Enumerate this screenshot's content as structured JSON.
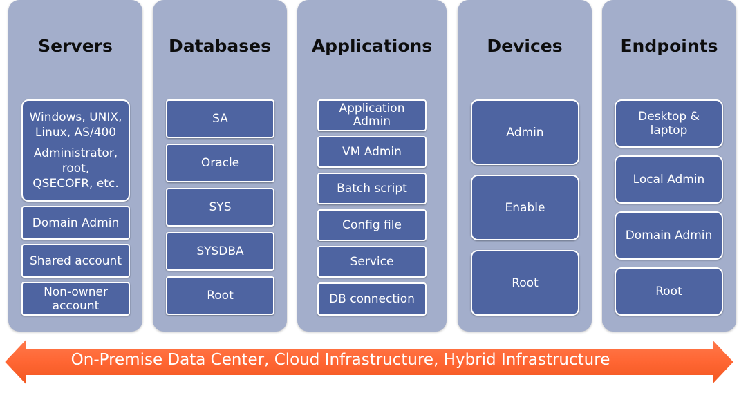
{
  "columns": [
    {
      "title": "Servers",
      "boxes": [
        {
          "lines": [
            "Windows, UNIX,",
            "Linux, AS/400"
          ]
        },
        {
          "lines": [
            "Administrator,",
            "root,",
            "QSECOFR, etc."
          ]
        },
        {
          "label": "Domain Admin"
        },
        {
          "label": "Shared account"
        },
        {
          "label": "Non-owner account"
        }
      ]
    },
    {
      "title": "Databases",
      "boxes": [
        {
          "label": "SA"
        },
        {
          "label": "Oracle"
        },
        {
          "label": "SYS"
        },
        {
          "label": "SYSDBA"
        },
        {
          "label": "Root"
        }
      ]
    },
    {
      "title": "Applications",
      "boxes": [
        {
          "label": "Application Admin"
        },
        {
          "label": "VM Admin"
        },
        {
          "label": "Batch script"
        },
        {
          "label": "Config file"
        },
        {
          "label": "Service"
        },
        {
          "label": "DB connection"
        }
      ]
    },
    {
      "title": "Devices",
      "boxes": [
        {
          "label": "Admin"
        },
        {
          "label": "Enable"
        },
        {
          "label": "Root"
        }
      ]
    },
    {
      "title": "Endpoints",
      "boxes": [
        {
          "label": "Desktop & laptop"
        },
        {
          "label": "Local Admin"
        },
        {
          "label": "Domain Admin"
        },
        {
          "label": "Root"
        }
      ]
    }
  ],
  "arrow": {
    "label": "On-Premise Data Center, Cloud Infrastructure, Hybrid Infrastructure",
    "color": "#ff6633"
  },
  "colors": {
    "column_bg": "#a3aecb",
    "box_bg": "#4e64a1",
    "box_border": "#ffffff"
  }
}
